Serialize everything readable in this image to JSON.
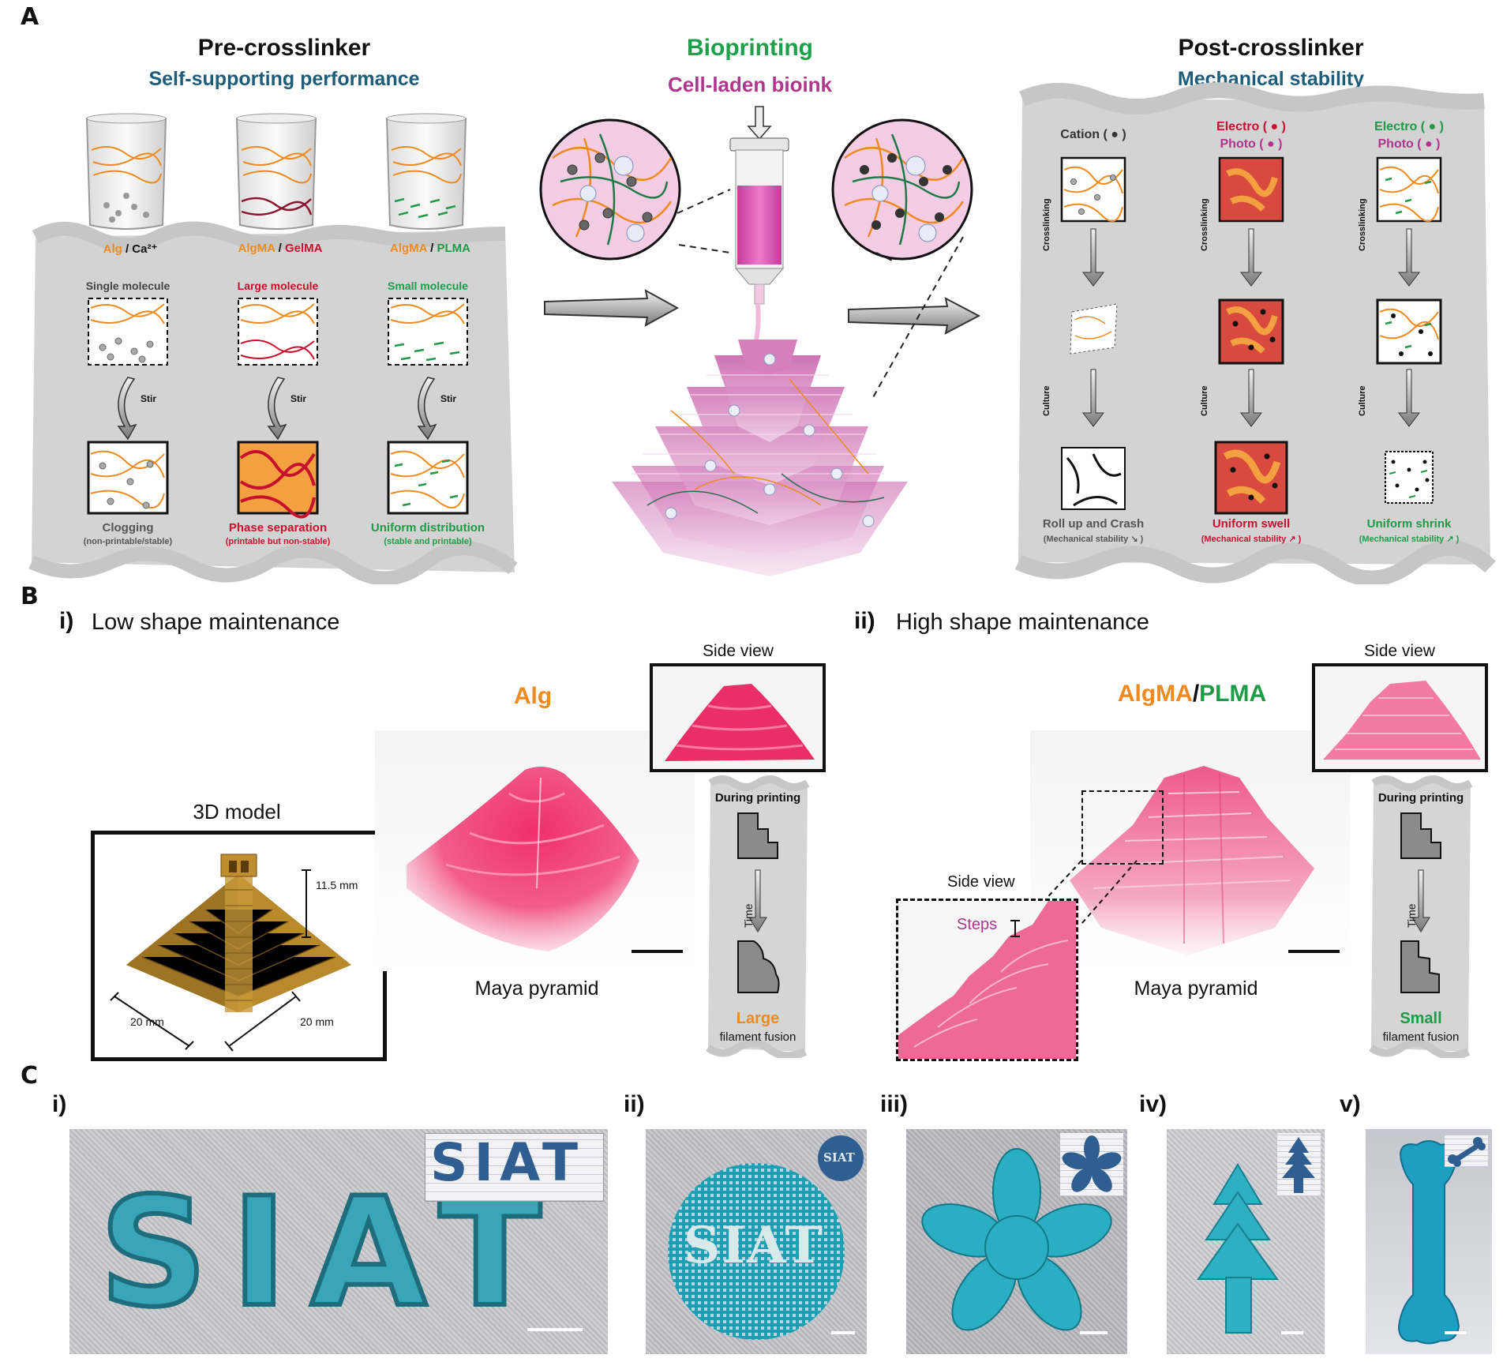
{
  "panels": {
    "A": {
      "letter": "A",
      "pre": {
        "title": "Pre-crosslinker",
        "subtitle": "Self-supporting performance",
        "columns": [
          {
            "label_a": "Alg",
            "label_sep": " / ",
            "label_b": "Ca²⁺",
            "molecule": "Single molecule",
            "stir": "Stir",
            "result": "Clogging",
            "result_note": "(non-printable/stable)"
          },
          {
            "label_a": "AlgMA",
            "label_sep": " / ",
            "label_b": "GelMA",
            "molecule": "Large molecule",
            "stir": "Stir",
            "result": "Phase separation",
            "result_note": "(printable but non-stable)"
          },
          {
            "label_a": "AlgMA",
            "label_sep": " / ",
            "label_b": "PLMA",
            "molecule": "Small molecule",
            "stir": "Stir",
            "result": "Uniform distribution",
            "result_note": "(stable and printable)"
          }
        ]
      },
      "bio": {
        "title": "Bioprinting",
        "subtitle": "Cell-laden bioink"
      },
      "post": {
        "title": "Post-crosslinker",
        "subtitle": "Mechanical stability",
        "columns": [
          {
            "line1": "Cation ( ● )",
            "line2": "",
            "step1": "Crosslinking",
            "step2": "Culture",
            "result": "Roll up and Crash",
            "result_note": "(Mechanical stability ↘ )"
          },
          {
            "line1": "Electro ( ● )",
            "line2": "Photo ( ● )",
            "step1": "Crosslinking",
            "step2": "Culture",
            "result": "Uniform swell",
            "result_note": "(Mechanical stability ↗ )"
          },
          {
            "line1": "Electro ( ● )",
            "line2": "Photo ( ● )",
            "step1": "Crosslinking",
            "step2": "Culture",
            "result": "Uniform shrink",
            "result_note": "(Mechanical stability ↗ )"
          }
        ]
      }
    },
    "B": {
      "letter": "B",
      "left": {
        "roman": "i)",
        "heading": "Low shape maintenance",
        "model_title": "3D model",
        "dim_height": "11.5 mm",
        "dim_w1": "20 mm",
        "dim_w2": "20 mm",
        "material": "Alg",
        "side_view": "Side view",
        "caption": "Maya pyramid",
        "during": "During printing",
        "time": "Time",
        "fusion_word": "Large",
        "fusion_note": "filament fusion"
      },
      "right": {
        "roman": "ii)",
        "heading": "High shape maintenance",
        "material_a": "AlgMA",
        "material_sep": "/",
        "material_b": "PLMA",
        "side_view": "Side view",
        "inset_side_view": "Side view",
        "steps": "Steps",
        "caption": "Maya pyramid",
        "during": "During printing",
        "time": "Time",
        "fusion_word": "Small",
        "fusion_note": "filament fusion"
      }
    },
    "C": {
      "letter": "C",
      "items": [
        {
          "roman": "i)",
          "print_text": "SIAT",
          "inset_text": "SIAT"
        },
        {
          "roman": "ii)",
          "print_text": "SIAT",
          "inset_text": "SIAT"
        },
        {
          "roman": "iii)"
        },
        {
          "roman": "iv)"
        },
        {
          "roman": "v)"
        }
      ]
    }
  },
  "colors": {
    "orange": "#ee8a1f",
    "red": "#c8102e",
    "green": "#1e9b45",
    "teal_blue": "#1d5d7a",
    "magenta": "#b0358c",
    "bioprint_green": "#1ea04a",
    "pink": "#ef3f78",
    "cyan_gel": "#2ab3c8",
    "gold": "#b98a2c"
  }
}
